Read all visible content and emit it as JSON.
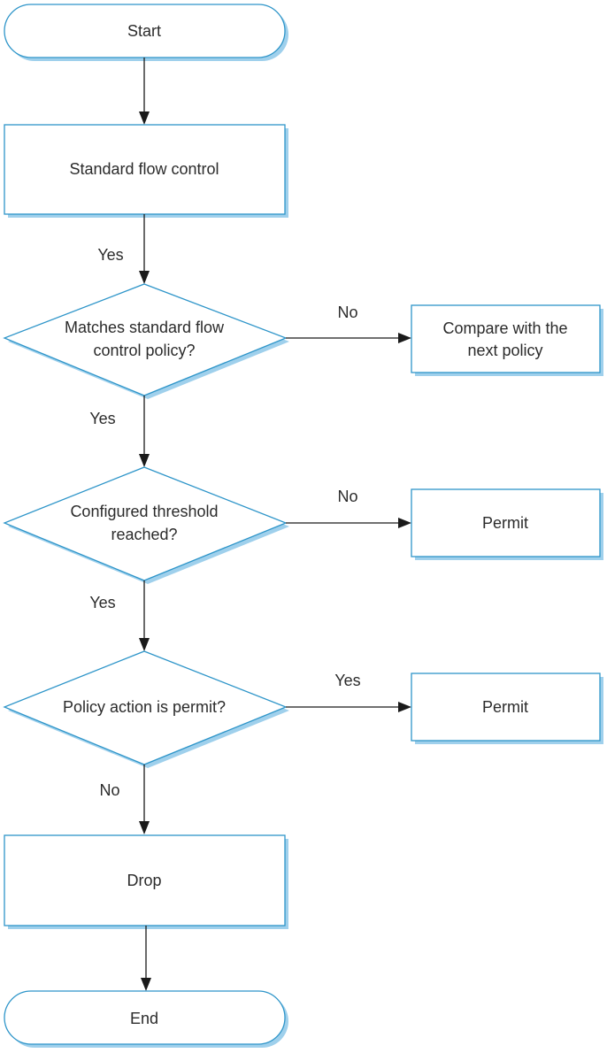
{
  "nodes": {
    "start": "Start",
    "standard_flow_control": "Standard flow control",
    "matches_policy": [
      "Matches standard flow",
      "control policy?"
    ],
    "compare_next": [
      "Compare with the",
      "next policy"
    ],
    "threshold_reached": [
      "Configured threshold",
      "reached?"
    ],
    "permit_1": "Permit",
    "policy_action_permit": "Policy action is permit?",
    "permit_2": "Permit",
    "drop": "Drop",
    "end": "End"
  },
  "edges": {
    "start_to_flow": "",
    "flow_to_matches": "Yes",
    "matches_to_compare": "No",
    "matches_to_threshold": "Yes",
    "threshold_to_permit": "No",
    "threshold_to_action": "Yes",
    "action_to_permit": "Yes",
    "action_to_drop": "No",
    "drop_to_end": ""
  },
  "colors": {
    "shape_stroke": "#2e95c9",
    "shape_shadow": "#9fd0ec",
    "line": "#1a1a1a",
    "text": "#2b2b2b"
  }
}
